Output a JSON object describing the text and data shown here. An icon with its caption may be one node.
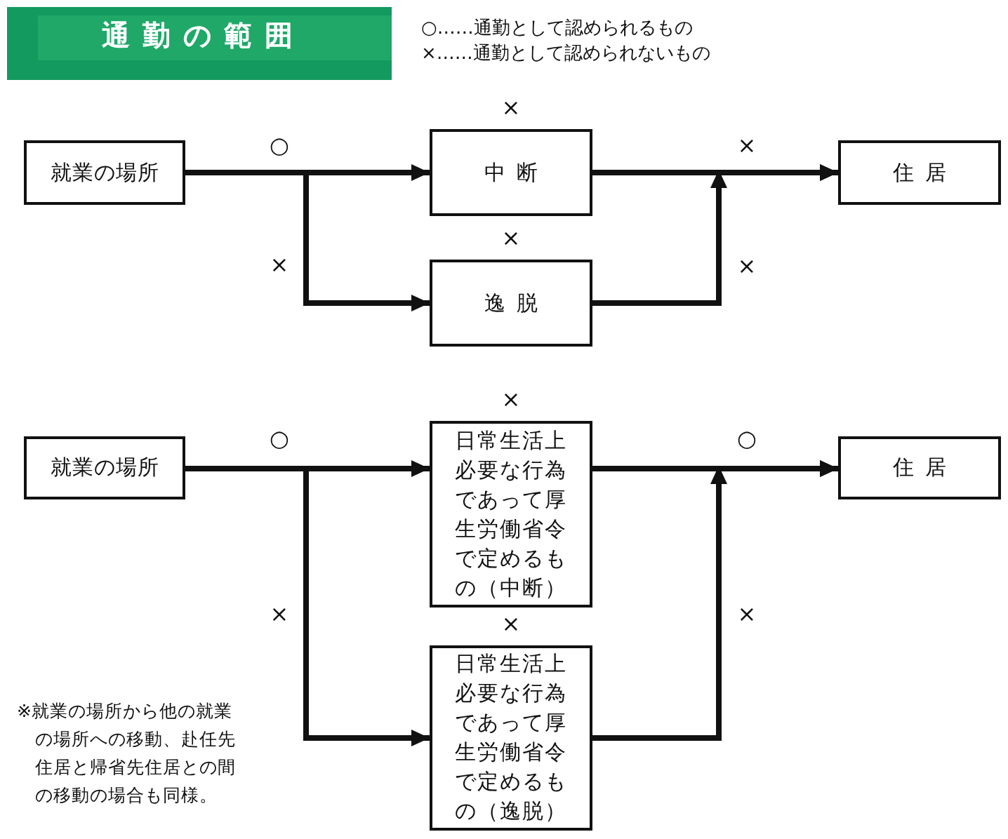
{
  "diagram": {
    "title": "通勤の範囲",
    "nodes": [
      {
        "text": [
          "就業の場所"
        ]
      },
      {
        "text": [
          "中断"
        ],
        "beside": [
          "×"
        ]
      },
      {
        "text": [
          "逸脱"
        ],
        "beside": [
          "×"
        ]
      },
      {
        "text": [
          "住居"
        ]
      },
      {
        "text": [
          "就業の場所"
        ]
      },
      {
        "text": [
          "日常生活上必要な行為であって厚生労働省令で定めるもの（中断）"
        ],
        "beside": [
          "×"
        ]
      },
      {
        "text": [
          "日常生活上必要な行為であって厚生労働省令で定めるもの（逸脱）"
        ],
        "beside": [
          "×"
        ]
      },
      {
        "text": [
          "住居"
        ]
      }
    ],
    "edges": [
      {
        "from": 0,
        "to": 1,
        "arrow": "to",
        "label": "○"
      },
      {
        "from": 0,
        "to": 2,
        "arrow": "to",
        "label": "×"
      },
      {
        "from": 1,
        "to": 3,
        "arrow": "to",
        "label": "×"
      },
      {
        "from": 2,
        "to": 3,
        "arrow": "to",
        "label": "×"
      },
      {
        "from": 4,
        "to": 5,
        "arrow": "to",
        "label": "○"
      },
      {
        "from": 4,
        "to": 6,
        "arrow": "to",
        "label": "×"
      },
      {
        "from": 5,
        "to": 7,
        "arrow": "to",
        "label": "○"
      },
      {
        "from": 6,
        "to": 7,
        "arrow": "to",
        "label": "×"
      }
    ],
    "labels": [
      "○……通勤として認められるもの",
      "×……通勤として認められないもの",
      "※就業の場所から他の就業の場所への移動、赴任先住居と帰省先住居との間の移動の場合も同様。"
    ]
  }
}
